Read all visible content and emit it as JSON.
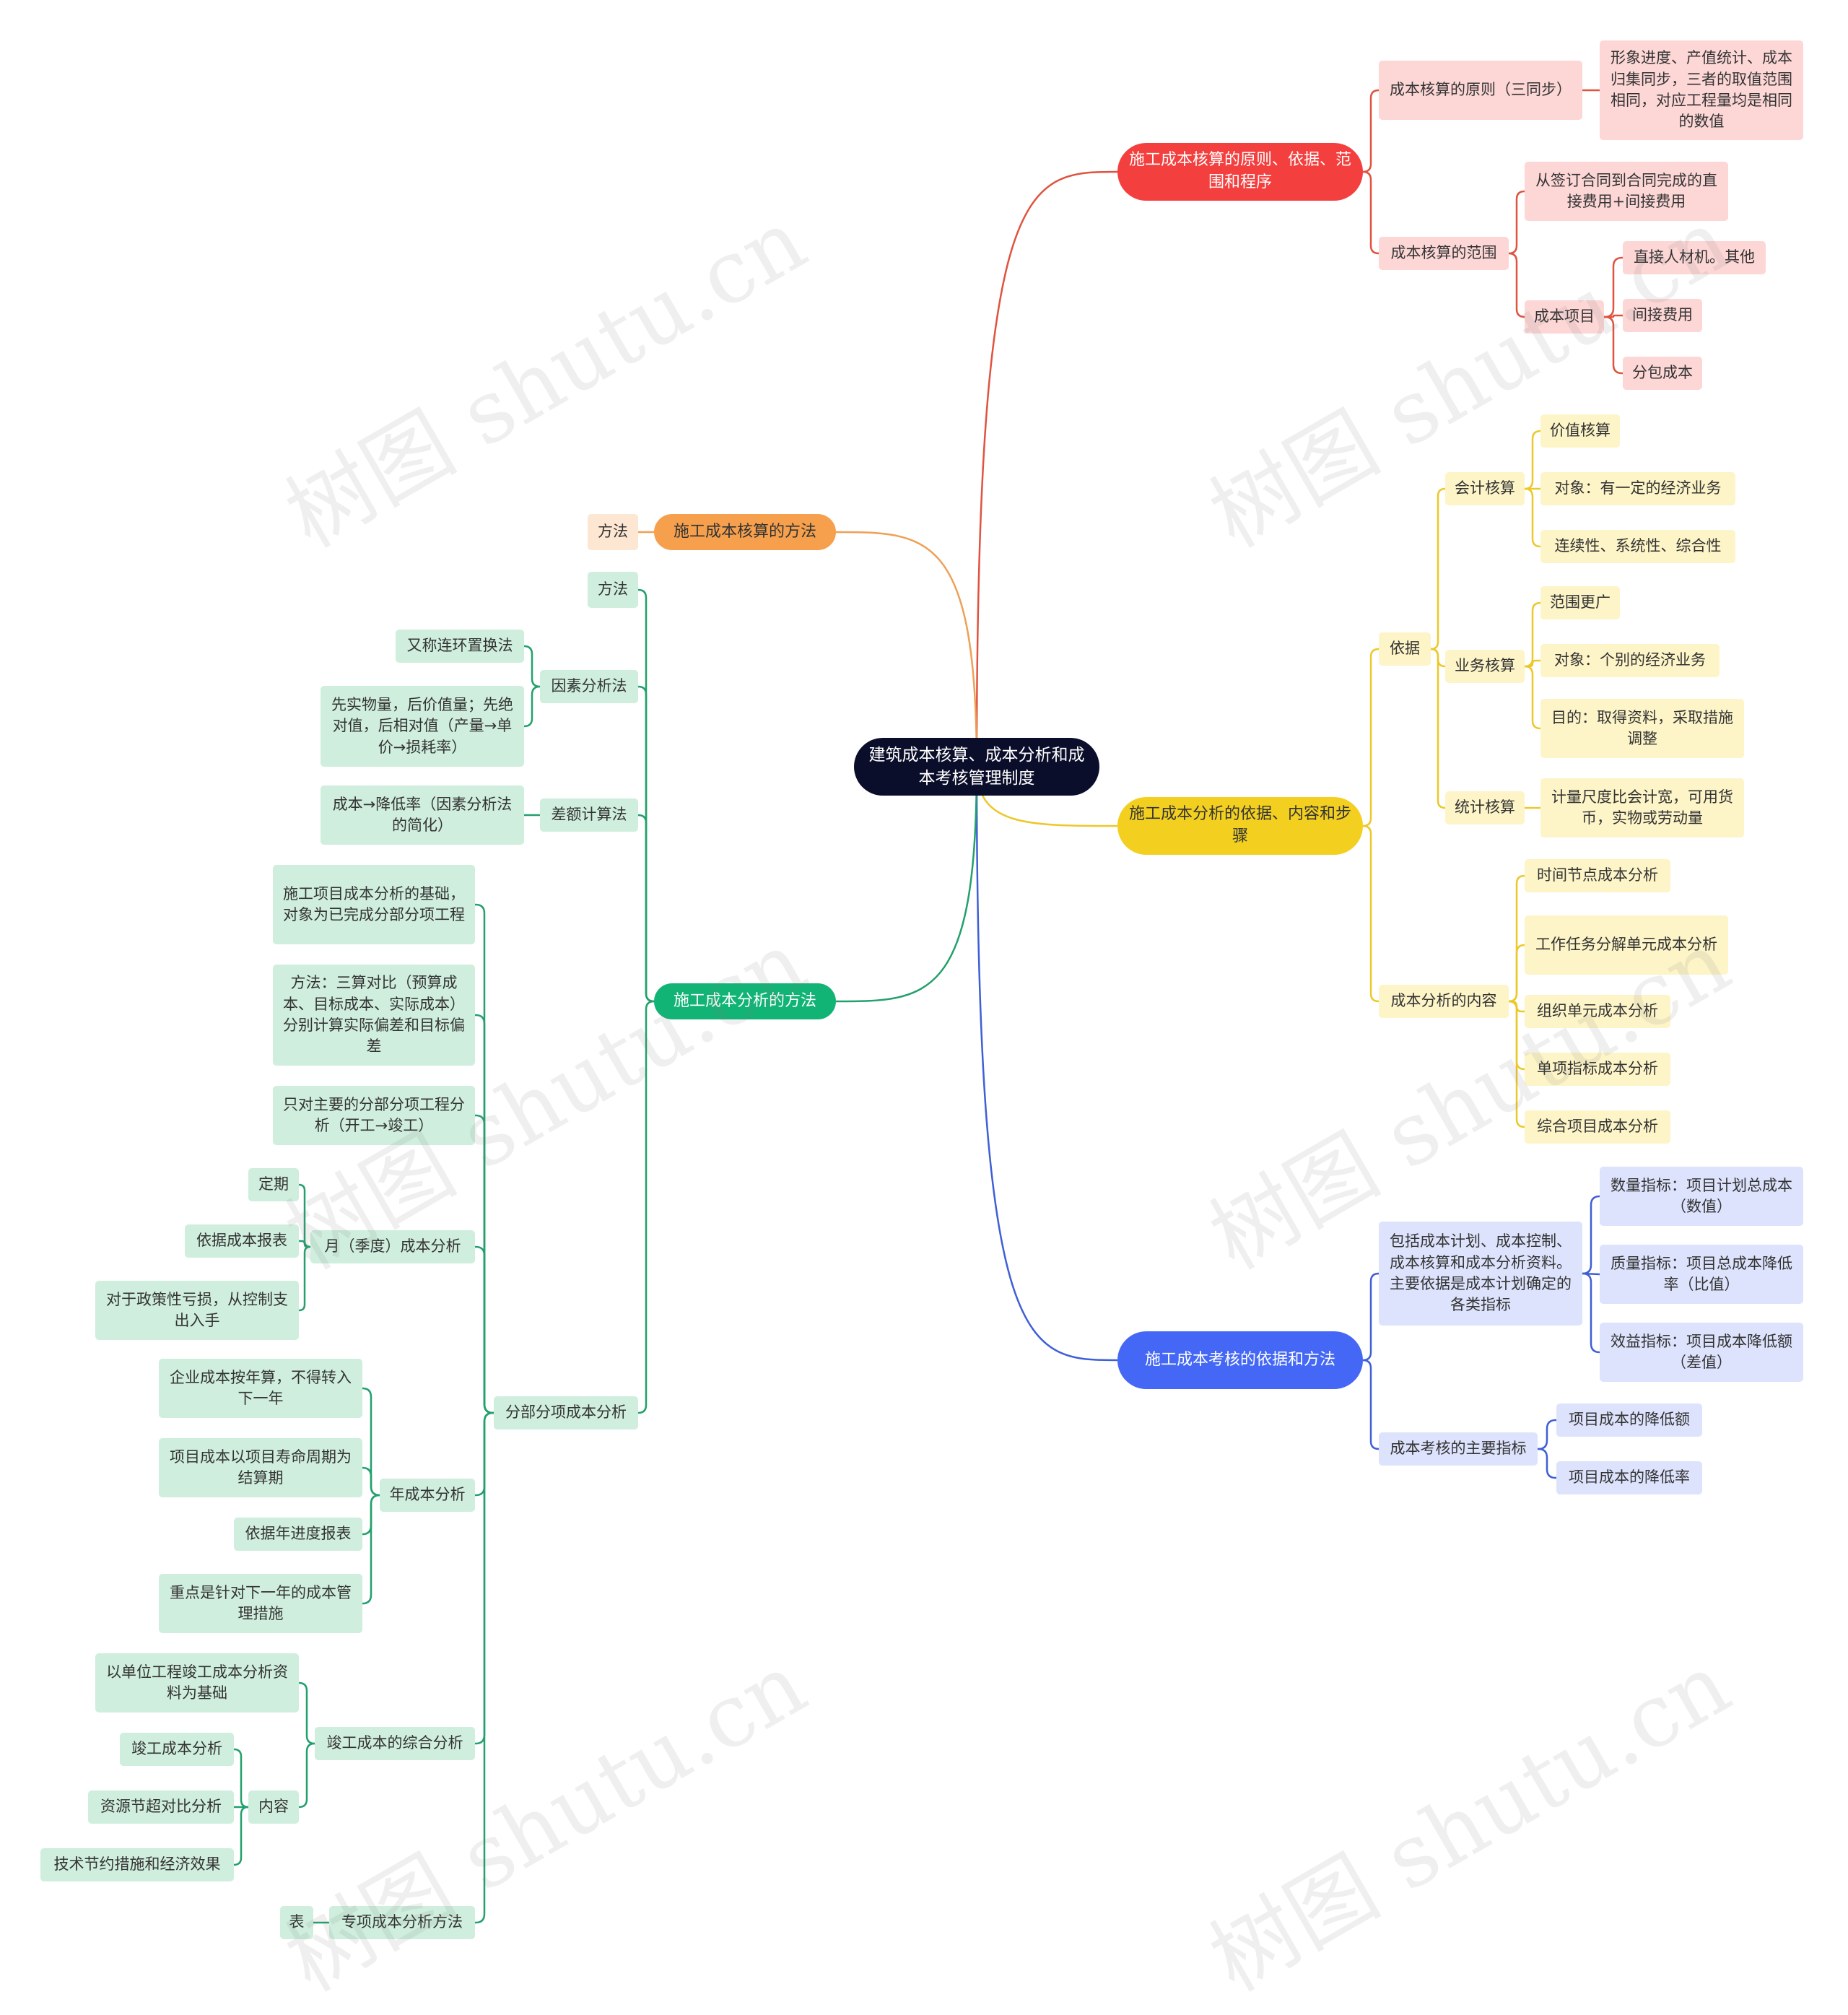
{
  "root": "建筑成本核算、成本分析和成本考核管理制度",
  "watermark": "树图 shutu.cn",
  "colors": {
    "red": "#e0533f",
    "yellow": "#ecc82a",
    "blue": "#3f5fd6",
    "orange": "#eea055",
    "green": "#23a06c"
  },
  "branches": {
    "principles": {
      "label": "施工成本核算的原则、依据、范围和程序",
      "sync_principle": "成本核算的原则（三同步）",
      "sync_detail": "形象进度、产值统计、成本归集同步，三者的取值范围相同，对应工程量均是相同的数值",
      "scope": "成本核算的范围",
      "scope_detail": "从签订合同到合同完成的直接费用+间接费用",
      "cost_items": "成本项目",
      "item_direct": "直接人材机。其他",
      "item_indirect": "间接费用",
      "item_sub": "分包成本"
    },
    "analysis_basis": {
      "label": "施工成本分析的依据、内容和步骤",
      "basis": "依据",
      "accounting": "会计核算",
      "acc_1": "价值核算",
      "acc_2": "对象：有一定的经济业务",
      "acc_3": "连续性、系统性、综合性",
      "business": "业务核算",
      "bus_1": "范围更广",
      "bus_2": "对象：个别的经济业务",
      "bus_3": "目的：取得资料，采取措施调整",
      "statistics": "统计核算",
      "stat_1": "计量尺度比会计宽，可用货币，实物或劳动量",
      "content": "成本分析的内容",
      "con_1": "时间节点成本分析",
      "con_2": "工作任务分解单元成本分析",
      "con_3": "组织单元成本分析",
      "con_4": "单项指标成本分析",
      "con_5": "综合项目成本分析"
    },
    "assessment": {
      "label": "施工成本考核的依据和方法",
      "basis": "包括成本计划、成本控制、成本核算和成本分析资料。主要依据是成本计划确定的各类指标",
      "ind_qty": "数量指标：项目计划总成本（数值）",
      "ind_quality": "质量指标：项目总成本降低率（比值）",
      "ind_benefit": "效益指标：项目成本降低额（差值）",
      "main_ind": "成本考核的主要指标",
      "main_1": "项目成本的降低额",
      "main_2": "项目成本的降低率"
    },
    "accounting_method": {
      "label": "施工成本核算的方法",
      "method": "方法"
    },
    "analysis_method": {
      "label": "施工成本分析的方法",
      "method": "方法",
      "factor": "因素分析法",
      "factor_1": "又称连环置换法",
      "factor_2": "先实物量，后价值量；先绝对值，后相对值（产量→单价→损耗率）",
      "diff": "差额计算法",
      "diff_1": "成本→降低率（因素分析法的简化）",
      "sub": "分部分项成本分析",
      "sub_1": "施工项目成本分析的基础，对象为已完成分部分项工程",
      "sub_2": "方法：三算对比（预算成本、目标成本、实际成本）分别计算实际偏差和目标偏差",
      "sub_3": "只对主要的分部分项工程分析（开工→竣工）",
      "monthly": "月（季度）成本分析",
      "mon_1": "定期",
      "mon_2": "依据成本报表",
      "mon_3": "对于政策性亏损，从控制支出入手",
      "annual": "年成本分析",
      "ann_1": "企业成本按年算，不得转入下一年",
      "ann_2": "项目成本以项目寿命周期为结算期",
      "ann_3": "依据年进度报表",
      "ann_4": "重点是针对下一年的成本管理措施",
      "completion": "竣工成本的综合分析",
      "comp_1": "以单位工程竣工成本分析资料为基础",
      "comp_content": "内容",
      "cc_1": "竣工成本分析",
      "cc_2": "资源节超对比分析",
      "cc_3": "技术节约措施和经济效果",
      "special": "专项成本分析方法",
      "special_1": "表"
    }
  }
}
